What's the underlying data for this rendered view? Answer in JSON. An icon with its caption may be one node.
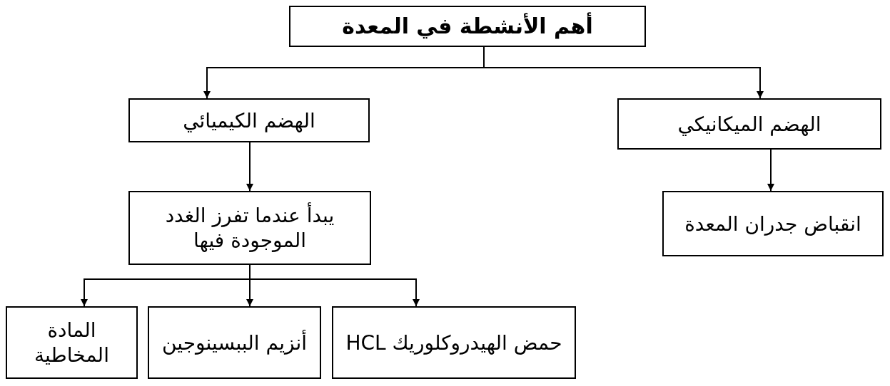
{
  "diagram": {
    "nodes": [
      {
        "text": [
          "أهم الأنشطة في المعدة"
        ]
      },
      {
        "text": [
          "الهضم الميكانيكي"
        ]
      },
      {
        "text": [
          "الهضم الكيميائي"
        ]
      },
      {
        "text": [
          "انقباض جدران المعدة"
        ]
      },
      {
        "text": [
          "يبدأ عندما تفرز الغدد الموجودة فيها"
        ]
      },
      {
        "text": [
          "حمض الهيدروكلوريك HCL"
        ]
      },
      {
        "text": [
          "أنزيم الببسينوجين"
        ]
      },
      {
        "text": [
          "المادة المخاطية"
        ]
      }
    ],
    "edges": [
      {
        "from": 0,
        "to": 1,
        "arrow": "to"
      },
      {
        "from": 0,
        "to": 2,
        "arrow": "to"
      },
      {
        "from": 1,
        "to": 3,
        "arrow": "to"
      },
      {
        "from": 2,
        "to": 4,
        "arrow": "to"
      },
      {
        "from": 4,
        "to": 5,
        "arrow": "to"
      },
      {
        "from": 4,
        "to": 6,
        "arrow": "to"
      },
      {
        "from": 4,
        "to": 7,
        "arrow": "to"
      }
    ]
  }
}
